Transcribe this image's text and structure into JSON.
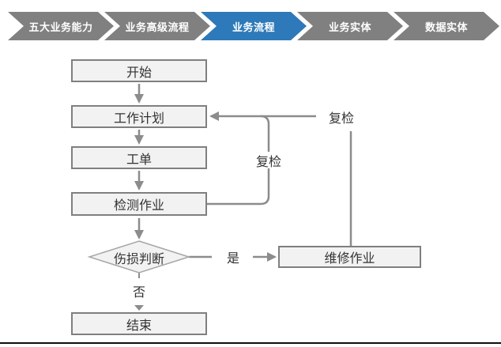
{
  "breadcrumb": {
    "items": [
      {
        "label": "五大业务能力",
        "active": false
      },
      {
        "label": "业务高级流程",
        "active": false
      },
      {
        "label": "业务流程",
        "active": true
      },
      {
        "label": "业务实体",
        "active": false
      },
      {
        "label": "数据实体",
        "active": false
      }
    ],
    "colors": {
      "inactive": "#808080",
      "active": "#2E79B9",
      "text": "#FFFFFF"
    }
  },
  "flowchart": {
    "nodes": {
      "start": {
        "label": "开始",
        "shape": "process"
      },
      "plan": {
        "label": "工作计划",
        "shape": "process"
      },
      "order": {
        "label": "工单",
        "shape": "process"
      },
      "inspect": {
        "label": "检测作业",
        "shape": "process"
      },
      "decision": {
        "label": "伤损判断",
        "shape": "decision"
      },
      "repair": {
        "label": "维修作业",
        "shape": "process"
      },
      "end": {
        "label": "结束",
        "shape": "process"
      }
    },
    "edge_labels": {
      "yes": "是",
      "no": "否",
      "recheck_inner": "复检",
      "recheck_outer": "复检"
    },
    "colors": {
      "node_fill": "#F2F2F2",
      "node_border": "#7F7F7F",
      "decision_border": "#A6A6A6",
      "connector": "#8C8C8C",
      "text": "#333333"
    }
  }
}
